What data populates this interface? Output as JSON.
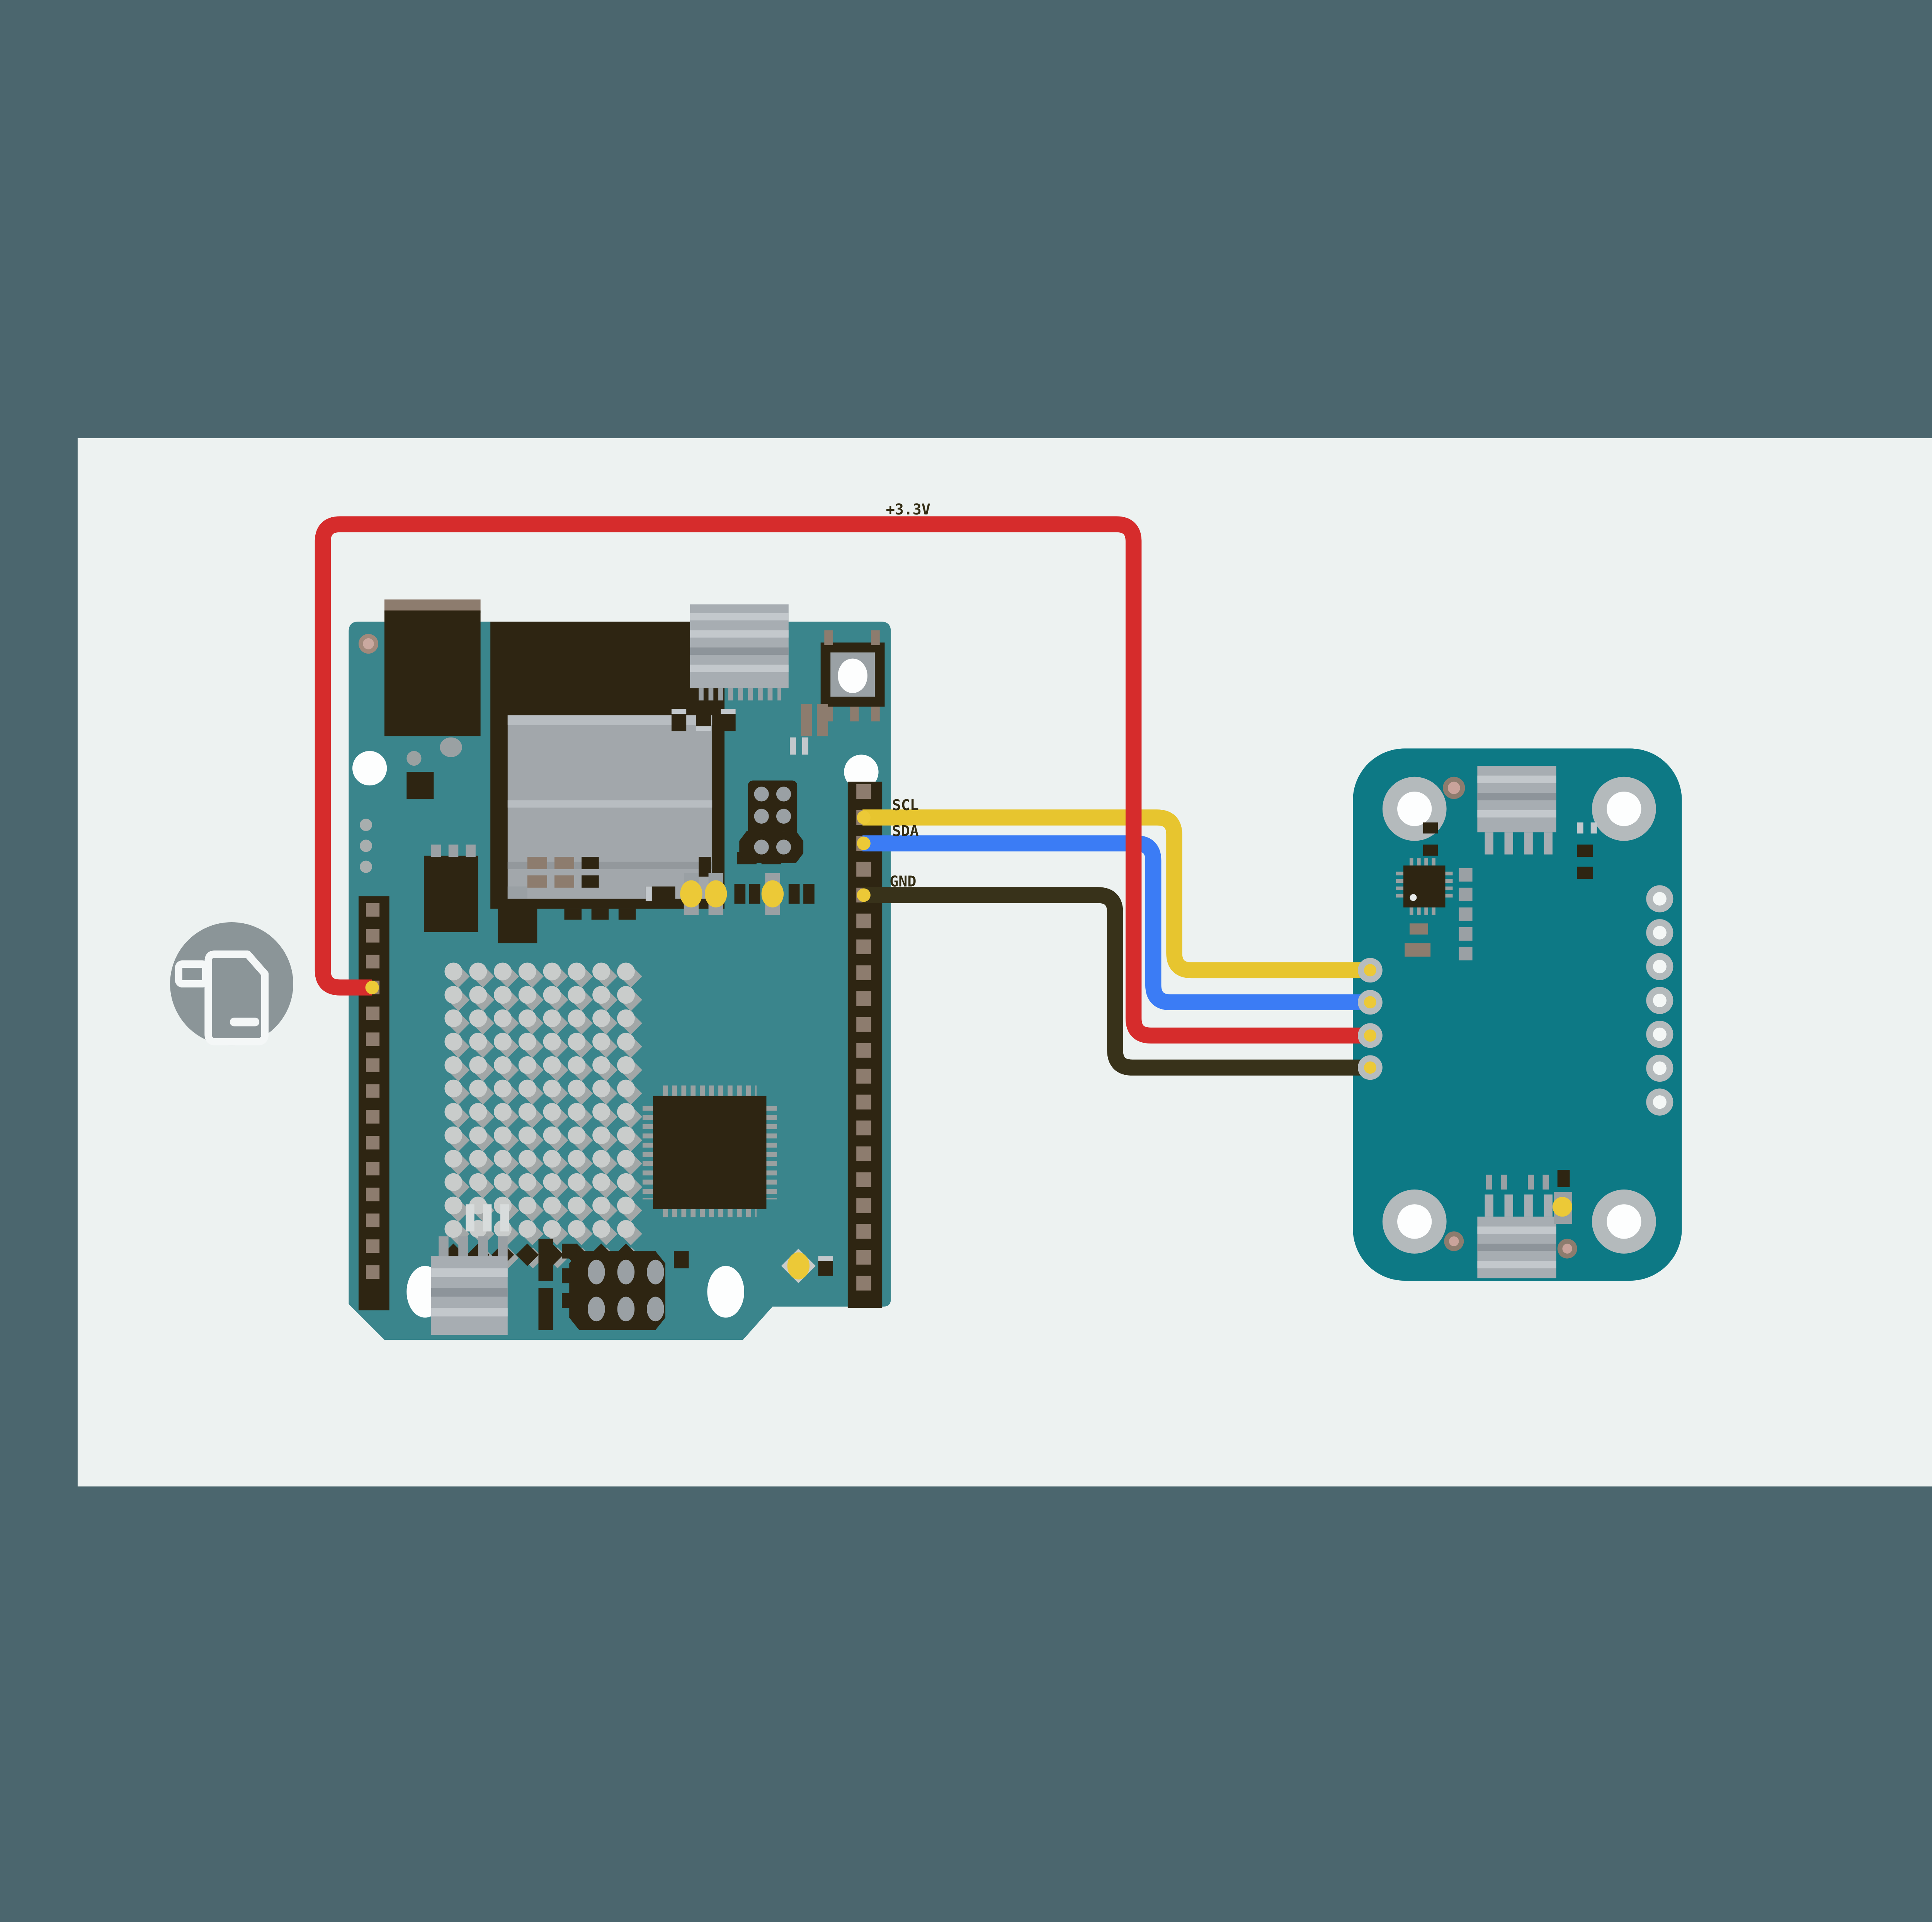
{
  "diagram": {
    "power_label": "+3.3V",
    "scl_label": "SCL",
    "sda_label": "SDA",
    "gnd_label": "GND"
  },
  "colors": {
    "frame": "#4b666e",
    "canvas": "#edf2f1",
    "controller_board": "#3a858c",
    "sensor_board": "#0d7985",
    "wire_power": "#d62c2c",
    "wire_scl": "#e7c52f",
    "wire_sda": "#3b7cf5",
    "wire_gnd": "#38321a",
    "pin_dot": "#ecc937",
    "component_dark": "#2e2512",
    "pad_tan": "#8d7c6e",
    "metal_silver": "#a7adb2",
    "label_text": "#332c13",
    "icon_circle": "#8b9598"
  },
  "icon": {
    "name": "component-thumbnail"
  }
}
